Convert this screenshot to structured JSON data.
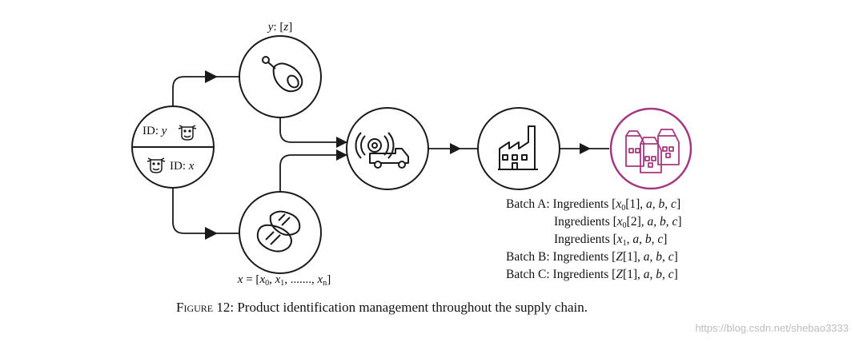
{
  "diagram": {
    "labels": {
      "y_var": "y",
      "y_colon": ": [",
      "y_z": "z",
      "y_close": "]",
      "id_top": "ID: ",
      "id_top_var": "y",
      "id_bottom": "ID: ",
      "id_bottom_var": "x",
      "x_eq_var": "x",
      "x_eq": " = [",
      "x0": "x",
      "x0_sub": "0",
      "comma1": ", ",
      "x1": "x",
      "x1_sub": "1",
      "dots": ", ......., ",
      "xn": "x",
      "xn_sub": "n",
      "x_close": "]"
    },
    "batches": [
      {
        "prefix": "Batch A: Ingredients [",
        "var": "x",
        "sub": "0",
        "index": "[1], ",
        "rest": "a, b, c",
        "close": "]"
      },
      {
        "prefix": "Ingredients [",
        "var": "x",
        "sub": "0",
        "index": "[2], ",
        "rest": "a, b, c",
        "close": "]"
      },
      {
        "prefix": "Ingredients [",
        "var": "x",
        "sub": "1",
        "index": ", ",
        "rest": "a, b, c",
        "close": "]"
      },
      {
        "prefix": "Batch B: Ingredients [",
        "var": "Z",
        "sub": "",
        "index": "[1], ",
        "rest": "a, b, c",
        "close": "]"
      },
      {
        "prefix": "Batch C: Ingredients [",
        "var": "Z",
        "sub": "",
        "index": "[1], ",
        "rest": "a, b, c",
        "close": "]"
      }
    ],
    "caption_label": "Figure 12",
    "caption_text": ": Product identification management throughout the supply chain.",
    "watermark": "https://blog.csdn.net/shebao3333",
    "colors": {
      "stroke": "#1a1a1a",
      "accent": "#a4387f",
      "watermark": "#bdbdbd"
    },
    "icons": [
      "cow-icon",
      "ham-leg-icon",
      "steak-icon",
      "rfid-truck-icon",
      "factory-icon",
      "grocery-bags-icon"
    ]
  }
}
